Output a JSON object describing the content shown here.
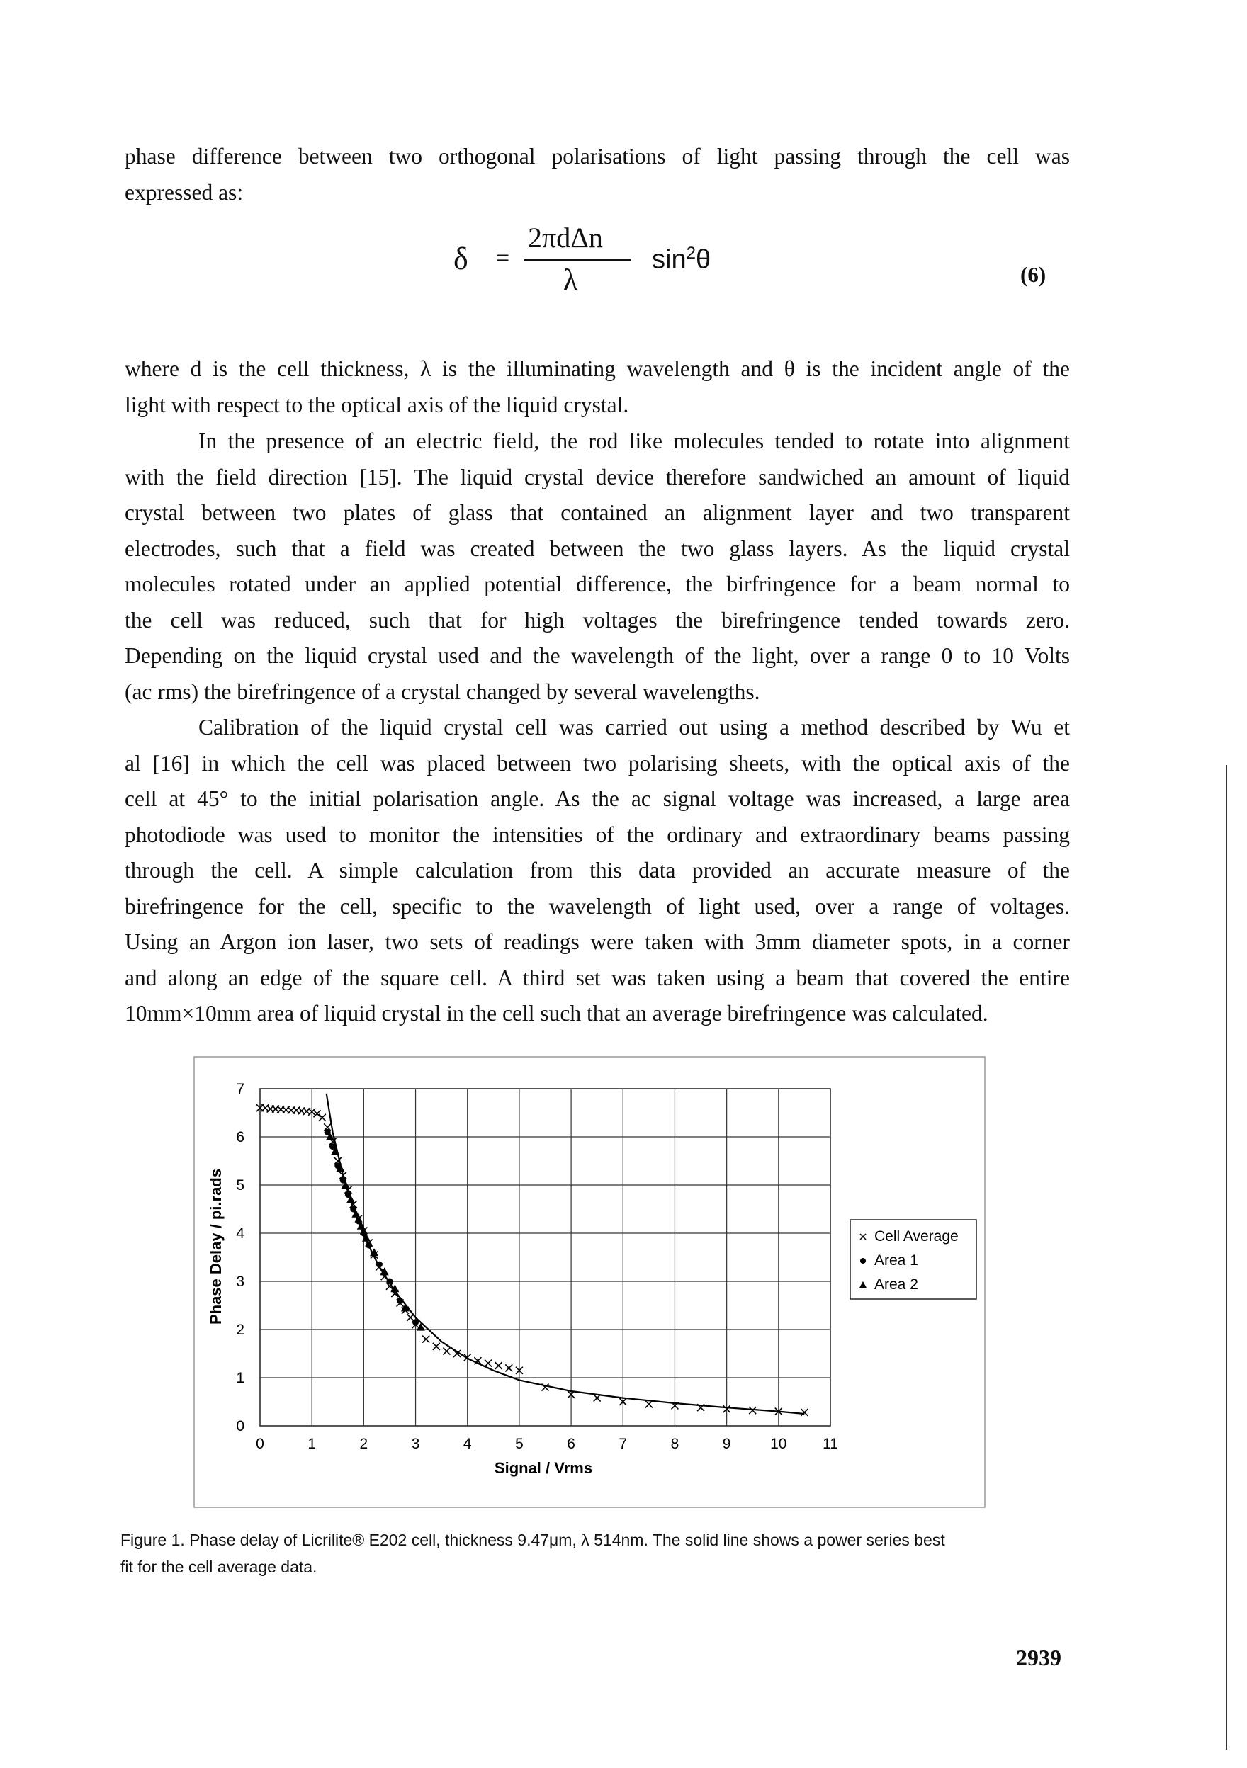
{
  "intro_paragraph": {
    "lines": [
      "phase difference between two orthogonal polarisations of light passing through the cell was",
      "expressed as:"
    ]
  },
  "equation": {
    "lhs": "δ",
    "equals": "=",
    "numerator": "2πdΔn",
    "denominator": "λ",
    "sin": "sin",
    "sin_exponent": "2",
    "theta": "θ",
    "label": "(6)"
  },
  "paragraph_where": {
    "lines": [
      "where d is the cell thickness, λ is the illuminating wavelength and θ is the incident angle of the",
      "light with respect to the optical axis of the liquid crystal."
    ]
  },
  "paragraph_field": {
    "lines": [
      "In the presence of an electric field, the rod like molecules tended to rotate into alignment",
      "with the field direction [15].  The liquid crystal device therefore sandwiched an amount of liquid",
      "crystal between two plates of glass that contained an alignment layer and two transparent",
      "electrodes, such that a field was created between the two glass layers.  As the liquid crystal",
      "molecules rotated under an applied potential difference, the birfringence for a beam normal to",
      "the cell was reduced, such that for high voltages the birefringence tended towards zero.",
      "Depending on the liquid crystal used and the wavelength of the light, over a range 0 to 10 Volts",
      "(ac rms) the birefringence of a crystal changed by several wavelengths."
    ]
  },
  "paragraph_calibration": {
    "lines": [
      "Calibration of the liquid crystal cell was carried out using a method described by Wu et",
      "al [16] in which the cell was placed between two polarising sheets, with the optical axis of the",
      "cell at 45° to the initial polarisation angle.  As the ac signal voltage was increased, a large area",
      "photodiode was used to monitor the intensities of the ordinary and extraordinary beams passing",
      "through the cell.  A simple calculation from this data provided an accurate measure of the",
      "birefringence for the cell, specific to the wavelength of light used, over  a range of voltages.",
      "Using an Argon ion laser, two sets of readings were taken with 3mm diameter spots, in a corner",
      "and along an edge of the square cell.  A third set was taken using a beam that covered the entire",
      "10mm×10mm area of liquid crystal in the cell such that an average birefringence was  calculated."
    ]
  },
  "chart_data": {
    "type": "scatter",
    "title": "",
    "xlabel": "Signal / Vrms",
    "ylabel": "Phase Delay / pi.rads",
    "xlim": [
      0,
      11
    ],
    "ylim": [
      0,
      7
    ],
    "xticks": [
      "0",
      "1",
      "2",
      "3",
      "4",
      "5",
      "6",
      "7",
      "8",
      "9",
      "10",
      "11"
    ],
    "yticks": [
      "0",
      "1",
      "2",
      "3",
      "4",
      "5",
      "6",
      "7"
    ],
    "grid": true,
    "legend_placement": "right",
    "legend": [
      "Cell Average",
      "Area 1",
      "Area 2"
    ],
    "series": [
      {
        "name": "Cell Average",
        "marker": "x",
        "x": [
          0.0,
          0.1,
          0.2,
          0.3,
          0.4,
          0.5,
          0.6,
          0.7,
          0.8,
          0.9,
          1.0,
          1.1,
          1.2,
          1.3,
          1.4,
          1.5,
          1.6,
          1.7,
          1.8,
          1.9,
          2.0,
          2.1,
          2.2,
          2.3,
          2.4,
          2.5,
          2.6,
          2.7,
          2.8,
          2.9,
          3.0,
          3.2,
          3.4,
          3.6,
          3.8,
          4.0,
          4.2,
          4.4,
          4.6,
          4.8,
          5.0,
          5.5,
          6.0,
          6.5,
          7.0,
          7.5,
          8.0,
          8.5,
          9.0,
          9.5,
          10.0,
          10.5
        ],
        "y": [
          6.6,
          6.6,
          6.58,
          6.58,
          6.57,
          6.56,
          6.55,
          6.55,
          6.54,
          6.53,
          6.52,
          6.48,
          6.4,
          6.2,
          5.9,
          5.5,
          5.2,
          4.9,
          4.6,
          4.3,
          4.05,
          3.8,
          3.55,
          3.3,
          3.1,
          2.9,
          2.75,
          2.55,
          2.4,
          2.25,
          2.1,
          1.8,
          1.65,
          1.55,
          1.5,
          1.42,
          1.35,
          1.3,
          1.25,
          1.2,
          1.15,
          0.8,
          0.65,
          0.58,
          0.5,
          0.45,
          0.42,
          0.38,
          0.35,
          0.32,
          0.3,
          0.28
        ]
      },
      {
        "name": "Area 1",
        "marker": "circle",
        "x": [
          1.3,
          1.4,
          1.5,
          1.6,
          1.7,
          1.8,
          1.9,
          2.0,
          2.1,
          2.3,
          2.5,
          2.7,
          3.0
        ],
        "y": [
          6.1,
          5.8,
          5.4,
          5.1,
          4.8,
          4.5,
          4.25,
          4.0,
          3.75,
          3.35,
          3.0,
          2.6,
          2.15
        ]
      },
      {
        "name": "Area 2",
        "marker": "triangle",
        "x": [
          1.35,
          1.45,
          1.55,
          1.65,
          1.75,
          1.85,
          1.95,
          2.05,
          2.2,
          2.4,
          2.6,
          2.8,
          3.1
        ],
        "y": [
          6.0,
          5.7,
          5.35,
          5.0,
          4.7,
          4.4,
          4.15,
          3.9,
          3.6,
          3.2,
          2.85,
          2.45,
          2.05
        ]
      }
    ],
    "fit_line": {
      "x": [
        1.28,
        1.4,
        1.6,
        1.8,
        2.0,
        2.3,
        2.6,
        3.0,
        3.5,
        4.0,
        4.5,
        5.0,
        6.0,
        7.0,
        8.0,
        9.0,
        10.0,
        10.5
      ],
      "y": [
        6.9,
        6.1,
        5.2,
        4.5,
        3.95,
        3.3,
        2.8,
        2.25,
        1.75,
        1.4,
        1.15,
        0.95,
        0.72,
        0.58,
        0.47,
        0.38,
        0.3,
        0.25
      ]
    }
  },
  "caption": {
    "lines": [
      "Figure 1. Phase delay of Licrilite® E202 cell, thickness 9.47μm, λ 514nm.  The solid line shows a power series best",
      "fit for the cell average data."
    ]
  },
  "page_number": "2939"
}
